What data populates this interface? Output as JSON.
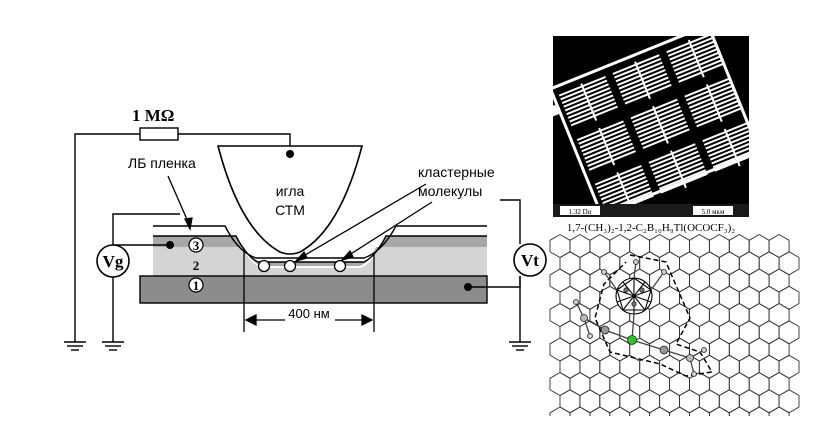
{
  "schematic": {
    "resistor_label": "1 MΩ",
    "lb_film_label": "ЛБ пленка",
    "tip_label_line1": "игла",
    "tip_label_line2": "СТМ",
    "cluster_label_line1": "кластерные",
    "cluster_label_line2": "молекулы",
    "gate_source_label": "Vg",
    "tip_source_label": "Vt",
    "layer_labels": [
      "3",
      "2",
      "1"
    ],
    "gap_dimension_label": "400 нм"
  },
  "micrograph": {
    "scale_left_label": "1.32 Dα",
    "scale_right_label": "5.0 мкм"
  },
  "molecule": {
    "formula": "1,7-(CH₃)₂-1,2-C₂B₁₀H₉Tl(OCOCF₃)₂"
  },
  "colors": {
    "substrate": "#8c8c8c",
    "layer2": "#d4d4d4",
    "layer3": "#a8a8a8",
    "highlight_atom": "#22cc22"
  }
}
